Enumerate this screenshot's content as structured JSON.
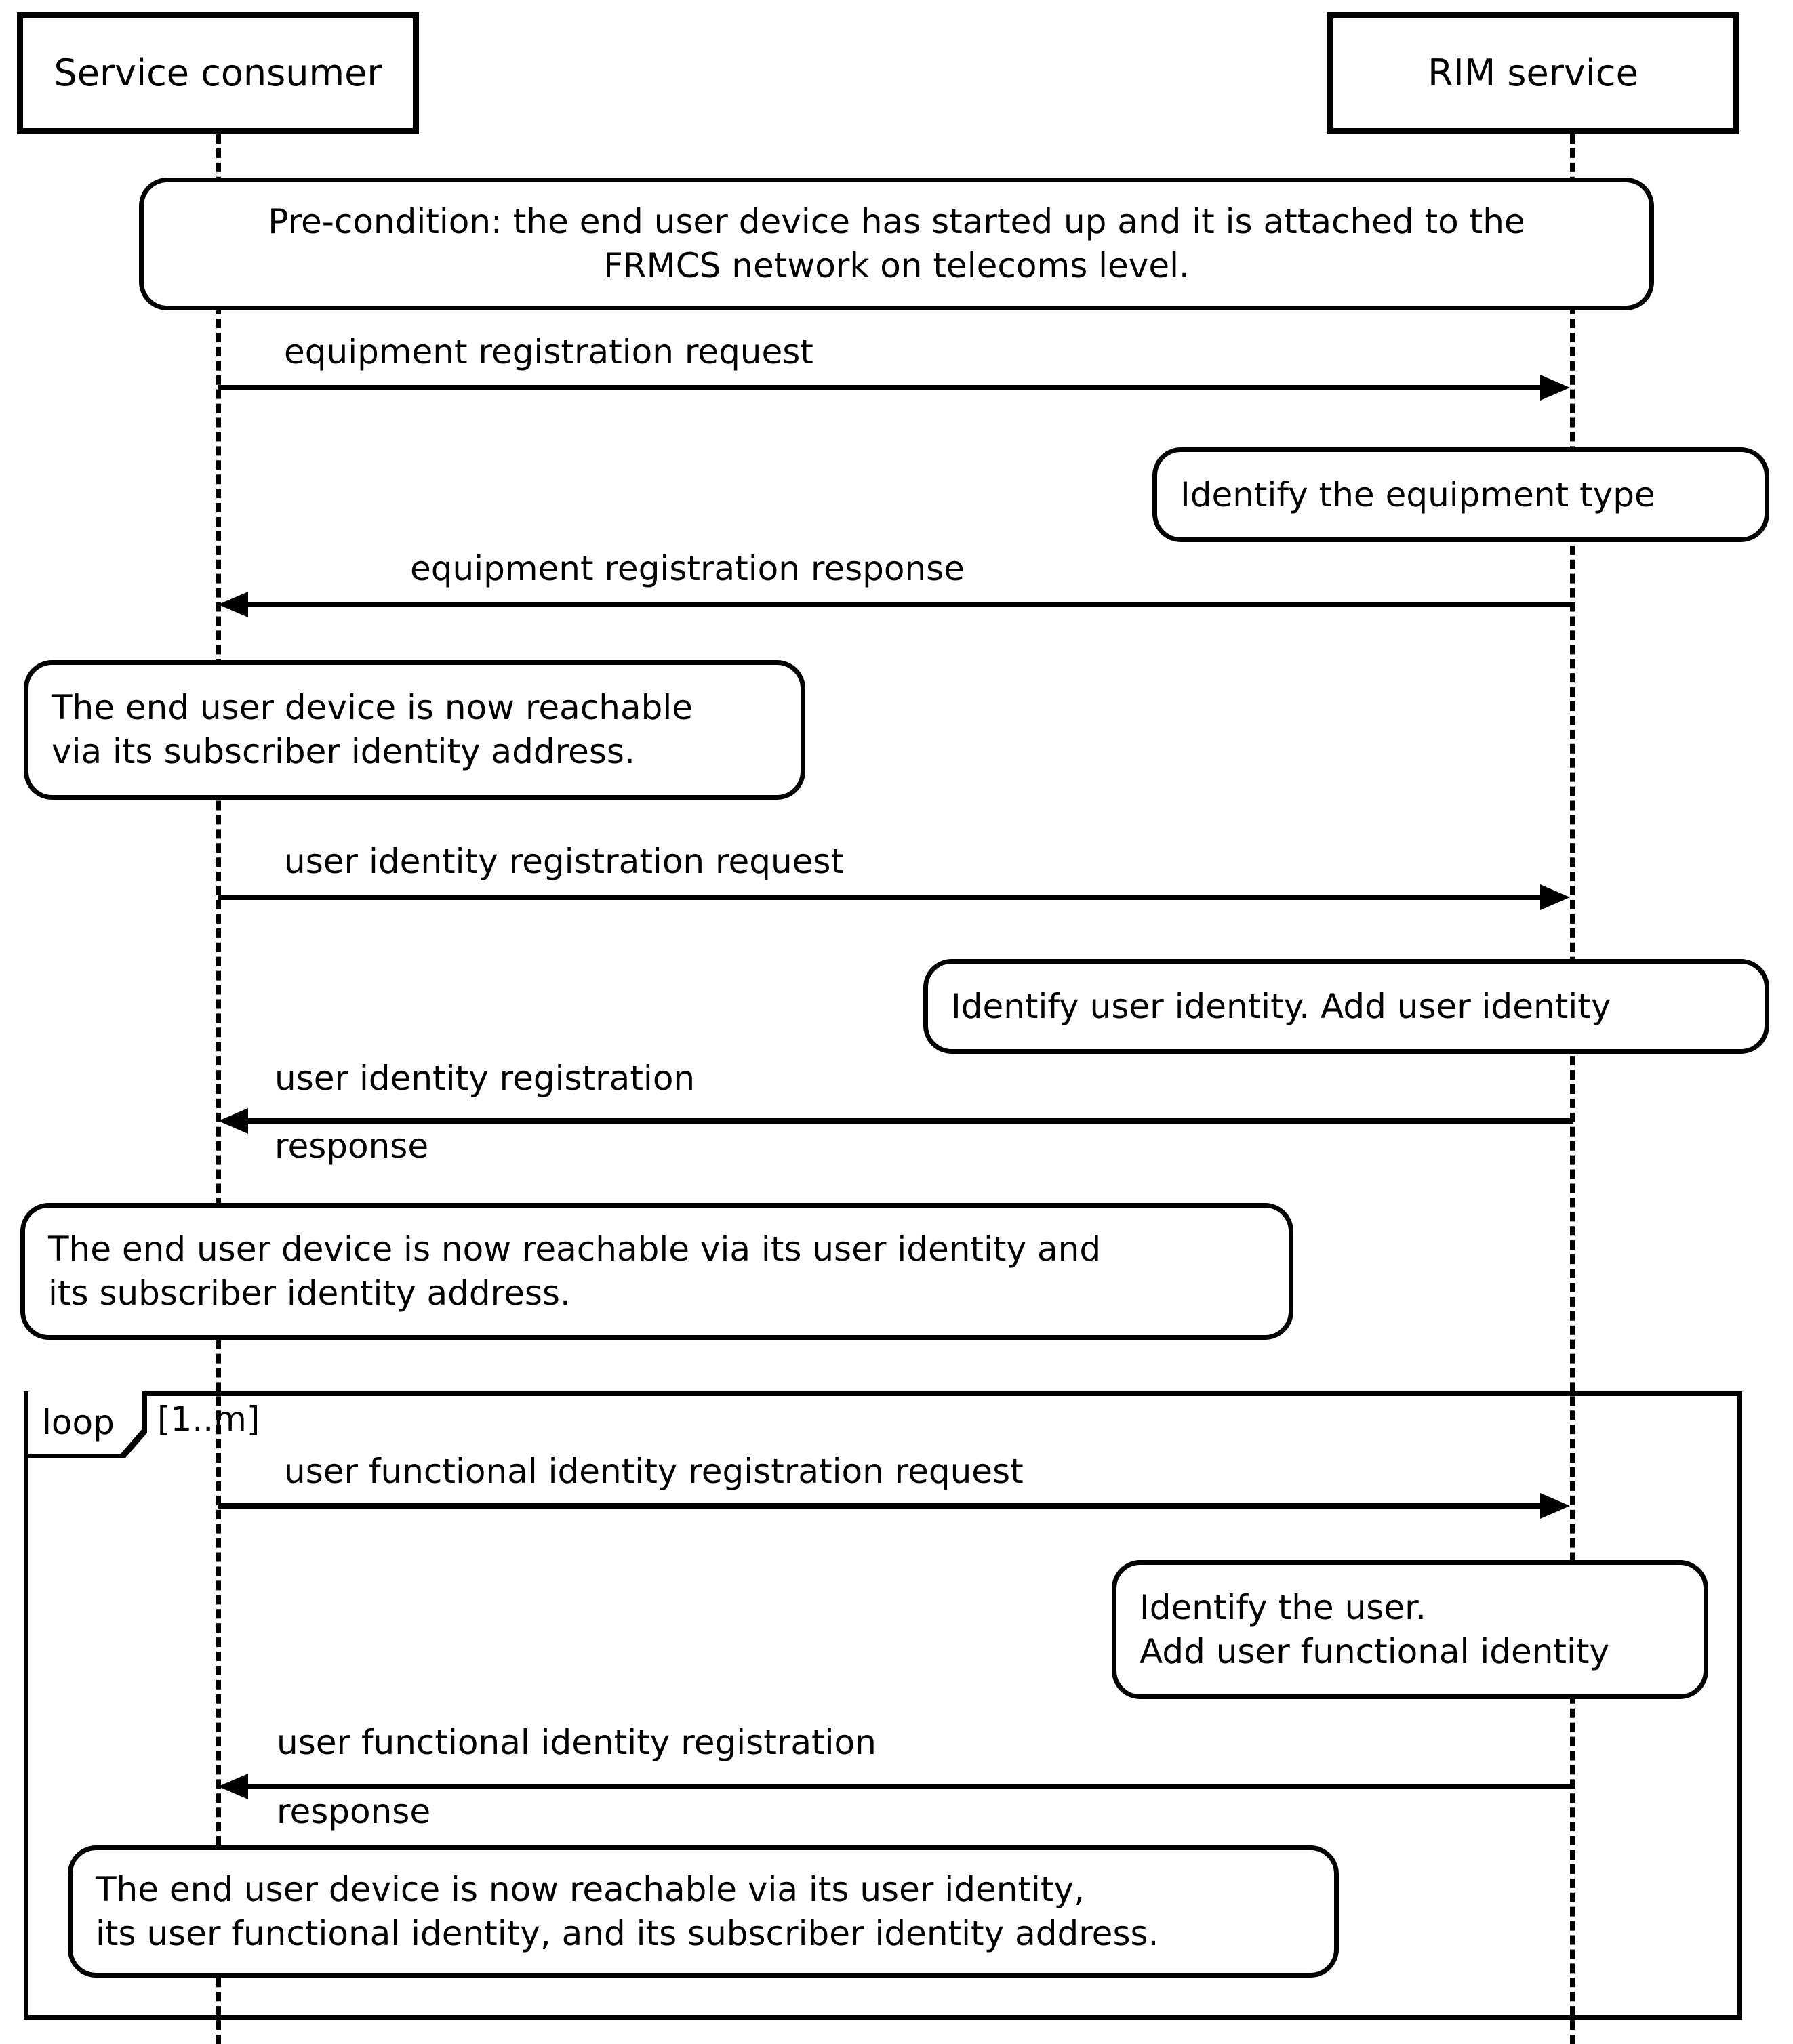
{
  "diagram": {
    "type": "uml-sequence-diagram",
    "participants": [
      {
        "id": "service-consumer",
        "label": "Service consumer"
      },
      {
        "id": "rim-service",
        "label": "RIM service"
      }
    ],
    "notes": [
      {
        "id": "pre-condition",
        "align": "center",
        "lines": [
          "Pre-condition: the end user device has started up and it is attached to the",
          "FRMCS network on telecoms level."
        ]
      },
      {
        "id": "identify-equipment-type",
        "align": "left",
        "lines": [
          "Identify the equipment type"
        ]
      },
      {
        "id": "reachable-subscriber-identity",
        "align": "left",
        "lines": [
          "The end user device is now reachable",
          "via its subscriber identity address."
        ]
      },
      {
        "id": "identify-user-identity",
        "align": "left",
        "lines": [
          "Identify user identity. Add user identity"
        ]
      },
      {
        "id": "reachable-user-identity",
        "align": "left",
        "lines": [
          "The end user device is now reachable via its user identity and",
          "its subscriber identity address."
        ]
      },
      {
        "id": "identify-the-user",
        "align": "left",
        "lines": [
          "Identify the user.",
          "Add user functional identity"
        ]
      },
      {
        "id": "reachable-user-functional-identity",
        "align": "left",
        "lines": [
          "The end user device is now reachable via its user identity,",
          "its user functional identity, and its subscriber identity address."
        ]
      }
    ],
    "messages": [
      {
        "id": "equipment-registration-request",
        "direction": "right",
        "lines": [
          "equipment registration request"
        ]
      },
      {
        "id": "equipment-registration-response",
        "direction": "left",
        "lines": [
          "equipment registration response"
        ]
      },
      {
        "id": "user-identity-registration-request",
        "direction": "right",
        "lines": [
          "user identity registration request"
        ]
      },
      {
        "id": "user-identity-registration-response",
        "direction": "left",
        "lines": [
          "user identity registration",
          "response"
        ]
      },
      {
        "id": "user-functional-identity-registration-request",
        "direction": "right",
        "lines": [
          "user functional identity registration request"
        ]
      },
      {
        "id": "user-functional-identity-registration-response",
        "direction": "left",
        "lines": [
          "user functional identity registration",
          "response"
        ]
      }
    ],
    "fragments": [
      {
        "id": "loop-fragment",
        "operator": "loop",
        "guard": "[1..m]"
      }
    ],
    "colors": {
      "stroke": "#000000",
      "background": "#ffffff",
      "text": "#000000"
    }
  }
}
